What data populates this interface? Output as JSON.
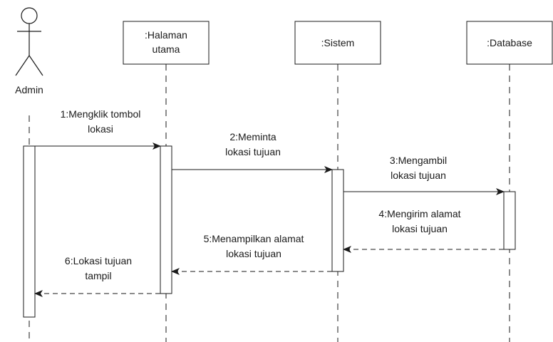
{
  "actor": {
    "name": "Admin"
  },
  "participants": [
    {
      "lines": [
        ":Halaman",
        "utama"
      ]
    },
    {
      "lines": [
        ":Sistem"
      ]
    },
    {
      "lines": [
        ":Database"
      ]
    }
  ],
  "messages": [
    {
      "lines": [
        "1:Mengklik tombol",
        "lokasi"
      ],
      "style": "solid"
    },
    {
      "lines": [
        "2:Meminta",
        "lokasi tujuan"
      ],
      "style": "solid"
    },
    {
      "lines": [
        "3:Mengambil",
        "lokasi tujuan"
      ],
      "style": "solid"
    },
    {
      "lines": [
        "4:Mengirim alamat",
        "lokasi tujuan"
      ],
      "style": "dashed"
    },
    {
      "lines": [
        "5:Menampilkan alamat",
        "lokasi tujuan"
      ],
      "style": "dashed"
    },
    {
      "lines": [
        "6:Lokasi tujuan",
        "tampil"
      ],
      "style": "dashed"
    }
  ],
  "colors": {
    "line": "#1a1a1a",
    "fill": "#ffffff"
  }
}
